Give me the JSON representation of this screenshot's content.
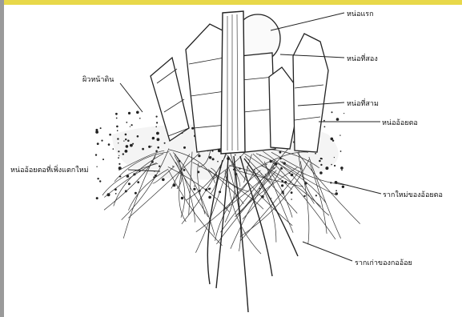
{
  "colors": {
    "frame_top": "#e8d84a",
    "frame_left": "#9a9a9a",
    "ink": "#1a1a1a",
    "paper": "#ffffff"
  },
  "labels": {
    "first_shoot": "หน่อแรก",
    "second_shoot": "หน่อที่สอง",
    "third_shoot": "หน่อที่สาม",
    "ratoon_shoot": "หน่ออ้อยตอ",
    "soil_surface": "ผิวหน้าดิน",
    "new_ratoon_shoot": "หน่ออ้อยตอที่เพิ่งแตกใหม่",
    "new_ratoon_roots": "รากใหม่ของอ้อยตอ",
    "old_stool_roots": "รากเก่าของกออ้อย"
  }
}
